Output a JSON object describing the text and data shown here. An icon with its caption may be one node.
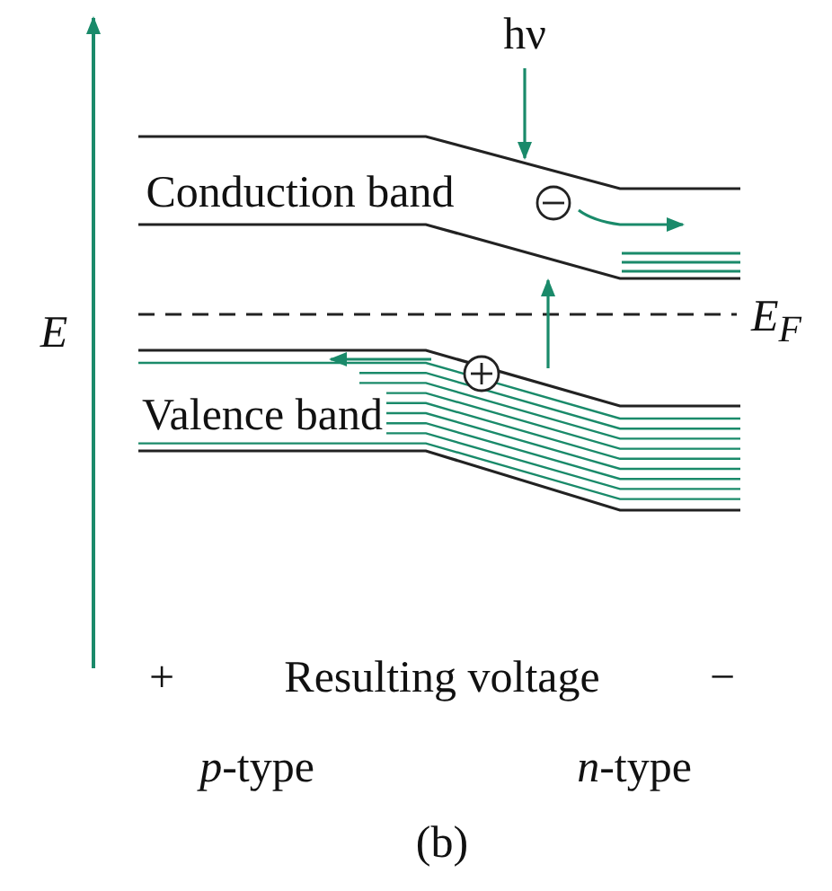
{
  "diagram": {
    "caption": "(b)",
    "labels": [
      "hν",
      "Conduction band",
      "E",
      "E$_{F}$",
      "Valence band",
      "+",
      "Resulting voltage",
      "−",
      "*p*-type",
      "*n*-type"
    ]
  }
}
